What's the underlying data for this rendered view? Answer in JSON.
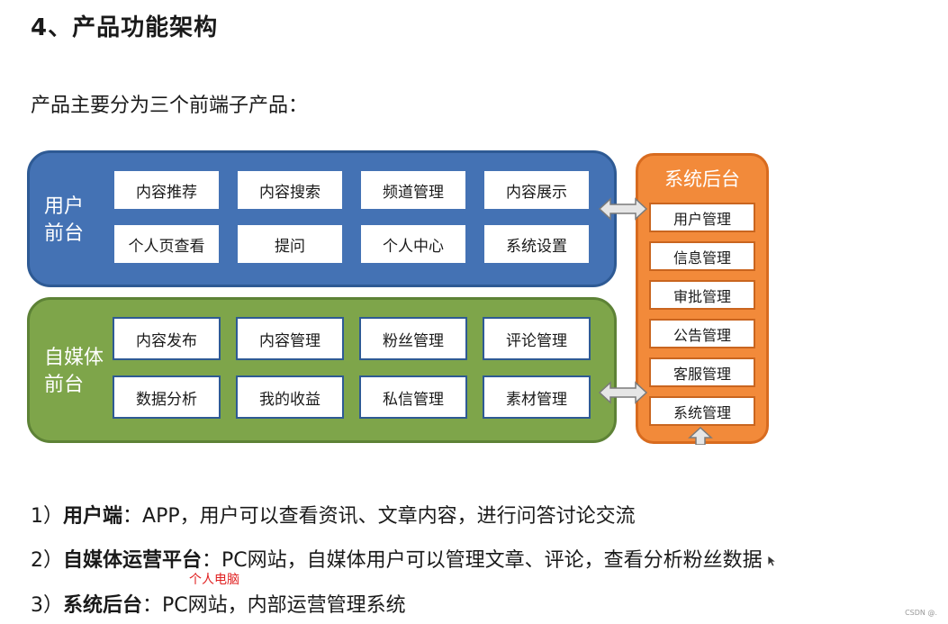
{
  "heading": "4、产品功能架构",
  "intro": "产品主要分为三个前端子产品：",
  "diagram": {
    "user_front": {
      "label_line1": "用户",
      "label_line2": "前台",
      "items": [
        "内容推荐",
        "内容搜索",
        "频道管理",
        "内容展示",
        "个人页查看",
        "提问",
        "个人中心",
        "系统设置"
      ]
    },
    "media_front": {
      "label_line1": "自媒体",
      "label_line2": "前台",
      "items": [
        "内容发布",
        "内容管理",
        "粉丝管理",
        "评论管理",
        "数据分析",
        "我的收益",
        "私信管理",
        "素材管理"
      ]
    },
    "backend": {
      "title": "系统后台",
      "items": [
        "用户管理",
        "信息管理",
        "审批管理",
        "公告管理",
        "客服管理",
        "系统管理"
      ]
    },
    "colors": {
      "user_panel": "#4472b4",
      "media_panel": "#7ea54a",
      "backend_panel": "#f28a3a"
    }
  },
  "descriptions": [
    {
      "prefix": "1）",
      "bold": "用户端",
      "text": "：APP，用户可以查看资讯、文章内容，进行问答讨论交流"
    },
    {
      "prefix": "2）",
      "bold": "自媒体运营平台",
      "text": "：PC网站，自媒体用户可以管理文章、评论，查看分析粉丝数据"
    },
    {
      "prefix": "3）",
      "bold": "系统后台",
      "text": "：PC网站，内部运营管理系统"
    }
  ],
  "annotation": "个人电脑",
  "watermark": "CSDN @."
}
